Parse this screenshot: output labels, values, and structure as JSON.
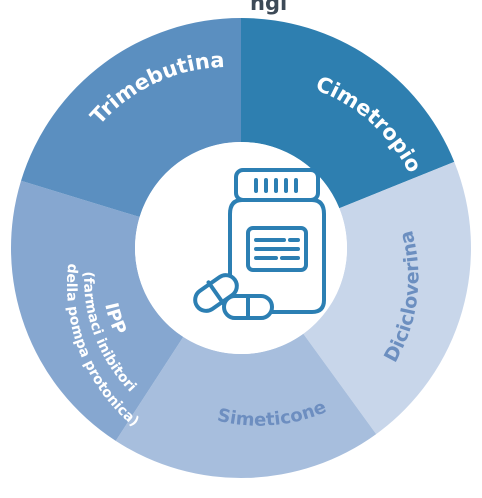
{
  "top_cut_text": "ngi",
  "segments": [
    {
      "key": "cimetropio",
      "label": "Cimetropio",
      "color": "#2e7fb0",
      "text_color": "#ffffff"
    },
    {
      "key": "dicicloverina",
      "label": "Dicicloverina",
      "color": "#c8d6ea",
      "text_color": "#6c8fc0"
    },
    {
      "key": "simeticone",
      "label": "Simeticone",
      "color": "#a7bedd",
      "text_color": "#6d8ec0"
    },
    {
      "key": "ipp",
      "label_lines": [
        "IPP",
        "(farmaci inibitori",
        "della pompa protonica)"
      ],
      "color": "#86a7d0",
      "text_color": "#ffffff"
    },
    {
      "key": "trimebutina",
      "label": "Trimebutina",
      "color": "#5b8fc0",
      "text_color": "#ffffff"
    }
  ],
  "center": {
    "color": "#ffffff",
    "icon": "medicine-bottle-and-pills-icon",
    "icon_color": "#2c7fb3"
  }
}
